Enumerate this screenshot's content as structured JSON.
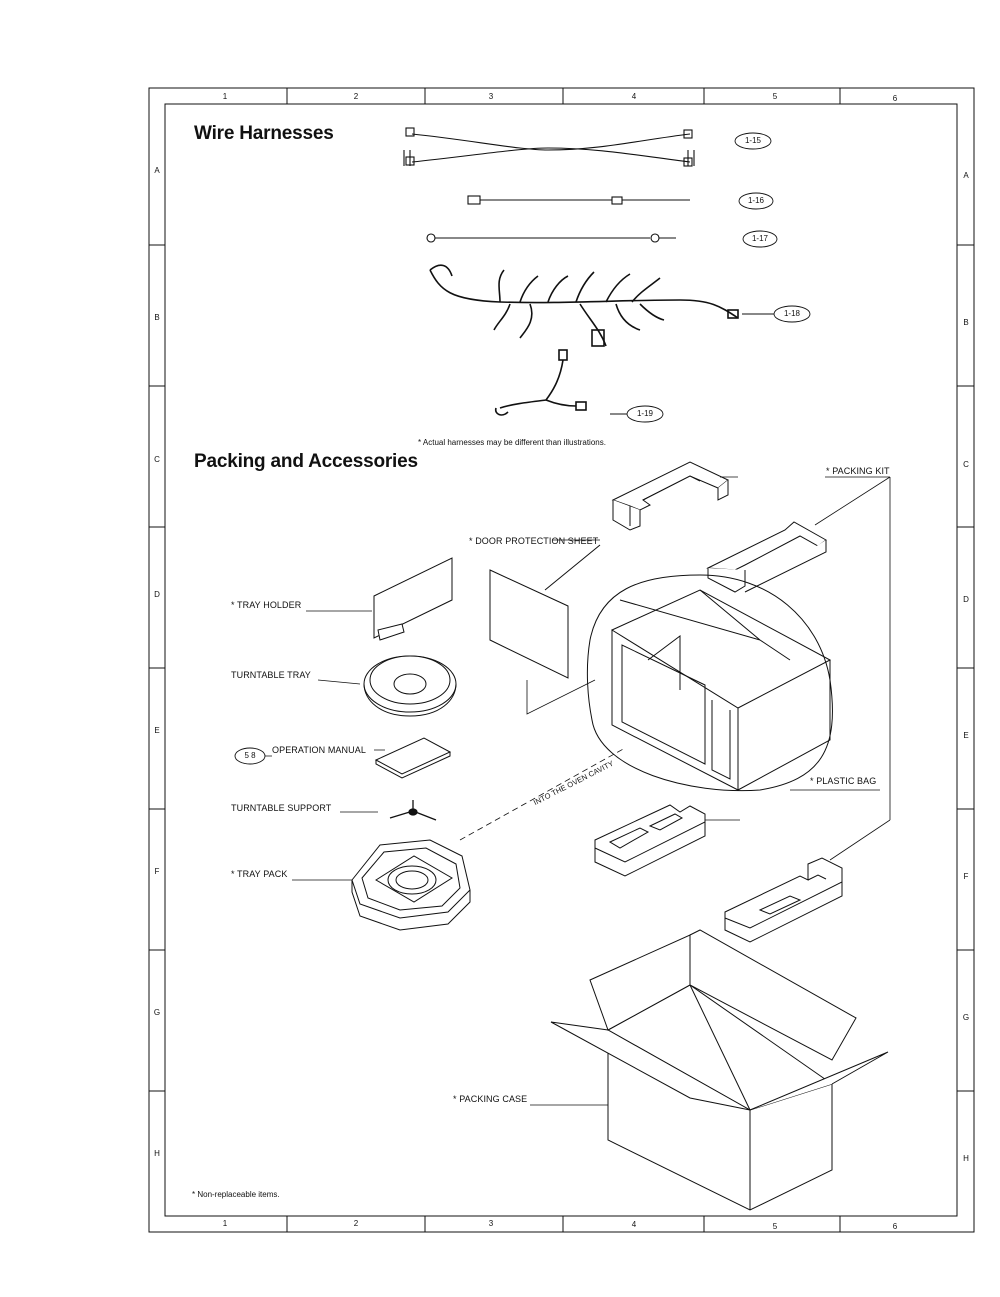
{
  "sections": {
    "wire_harnesses_title": "Wire Harnesses",
    "packing_title": "Packing and Accessories"
  },
  "notes": {
    "harness_note": "* Actual harnesses may be different than illustrations.",
    "non_replaceable": "* Non-replaceable items."
  },
  "harness_refs": [
    "1-15",
    "1-16",
    "1-17",
    "1-18",
    "1-19"
  ],
  "labels": {
    "packing_kit": "* PACKING KIT",
    "door_protection_sheet": "* DOOR PROTECTION SHEET",
    "tray_holder": "* TRAY HOLDER",
    "turntable_tray": "TURNTABLE TRAY",
    "operation_manual": "OPERATION MANUAL",
    "operation_manual_ref": "5 8",
    "turntable_support": "TURNTABLE SUPPORT",
    "tray_pack": "* TRAY PACK",
    "plastic_bag": "* PLASTIC BAG",
    "into_oven_cavity": "INTO THE OVEN CAVITY",
    "packing_case": "* PACKING CASE"
  },
  "grid": {
    "columns": [
      "1",
      "2",
      "3",
      "4",
      "5",
      "6"
    ],
    "rows_left": [
      "A",
      "B",
      "C",
      "D",
      "E",
      "F",
      "G",
      "H"
    ],
    "rows_right": [
      "A",
      "B",
      "C",
      "D",
      "E",
      "F",
      "G",
      "H"
    ]
  }
}
